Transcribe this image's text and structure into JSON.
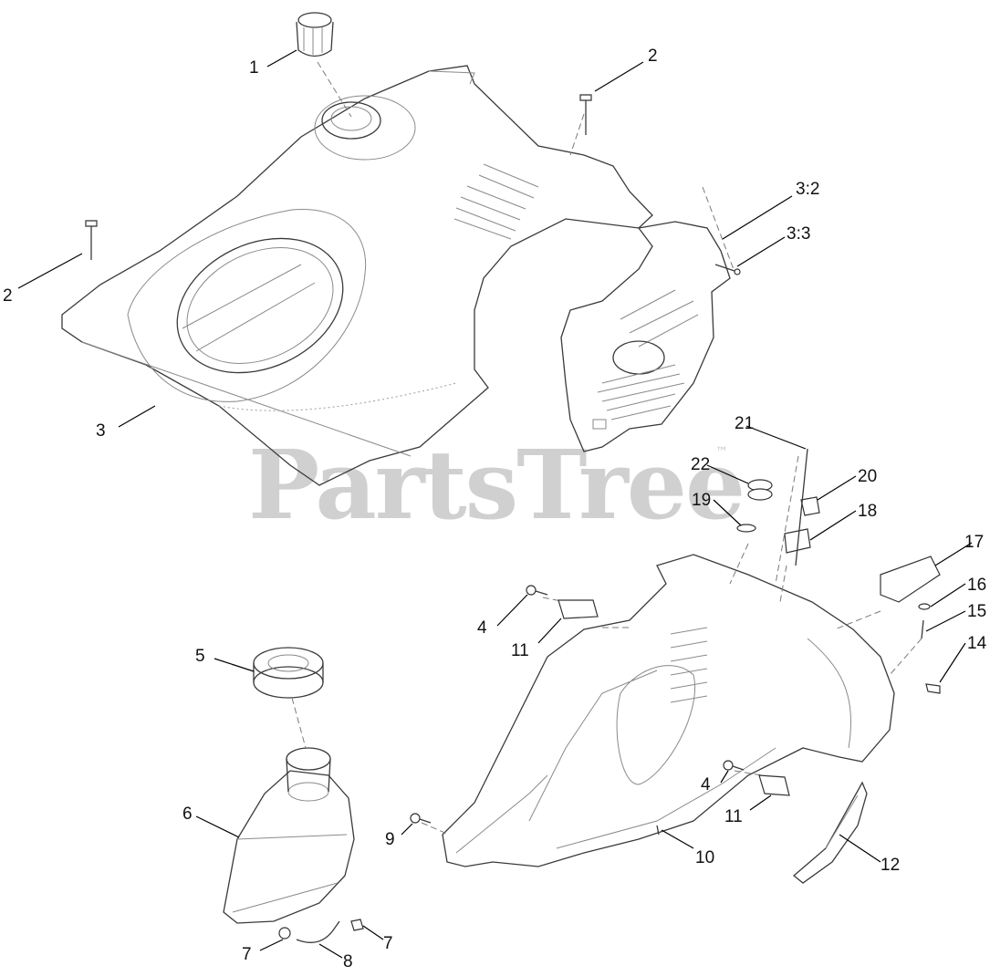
{
  "watermark": {
    "text": "PartsTree",
    "trademark": "™"
  },
  "callouts": [
    {
      "id": "c1",
      "label": "1"
    },
    {
      "id": "c2a",
      "label": "2"
    },
    {
      "id": "c2b",
      "label": "2"
    },
    {
      "id": "c3",
      "label": "3"
    },
    {
      "id": "c32",
      "label": "3:2"
    },
    {
      "id": "c33",
      "label": "3:3"
    },
    {
      "id": "c4a",
      "label": "4"
    },
    {
      "id": "c4b",
      "label": "4"
    },
    {
      "id": "c5",
      "label": "5"
    },
    {
      "id": "c6",
      "label": "6"
    },
    {
      "id": "c7a",
      "label": "7"
    },
    {
      "id": "c7b",
      "label": "7"
    },
    {
      "id": "c8",
      "label": "8"
    },
    {
      "id": "c9",
      "label": "9"
    },
    {
      "id": "c10",
      "label": "10"
    },
    {
      "id": "c11a",
      "label": "11"
    },
    {
      "id": "c11b",
      "label": "11"
    },
    {
      "id": "c12",
      "label": "12"
    },
    {
      "id": "c14",
      "label": "14"
    },
    {
      "id": "c15",
      "label": "15"
    },
    {
      "id": "c16",
      "label": "16"
    },
    {
      "id": "c17",
      "label": "17"
    },
    {
      "id": "c18",
      "label": "18"
    },
    {
      "id": "c19",
      "label": "19"
    },
    {
      "id": "c20",
      "label": "20"
    },
    {
      "id": "c21",
      "label": "21"
    },
    {
      "id": "c22",
      "label": "22"
    }
  ]
}
